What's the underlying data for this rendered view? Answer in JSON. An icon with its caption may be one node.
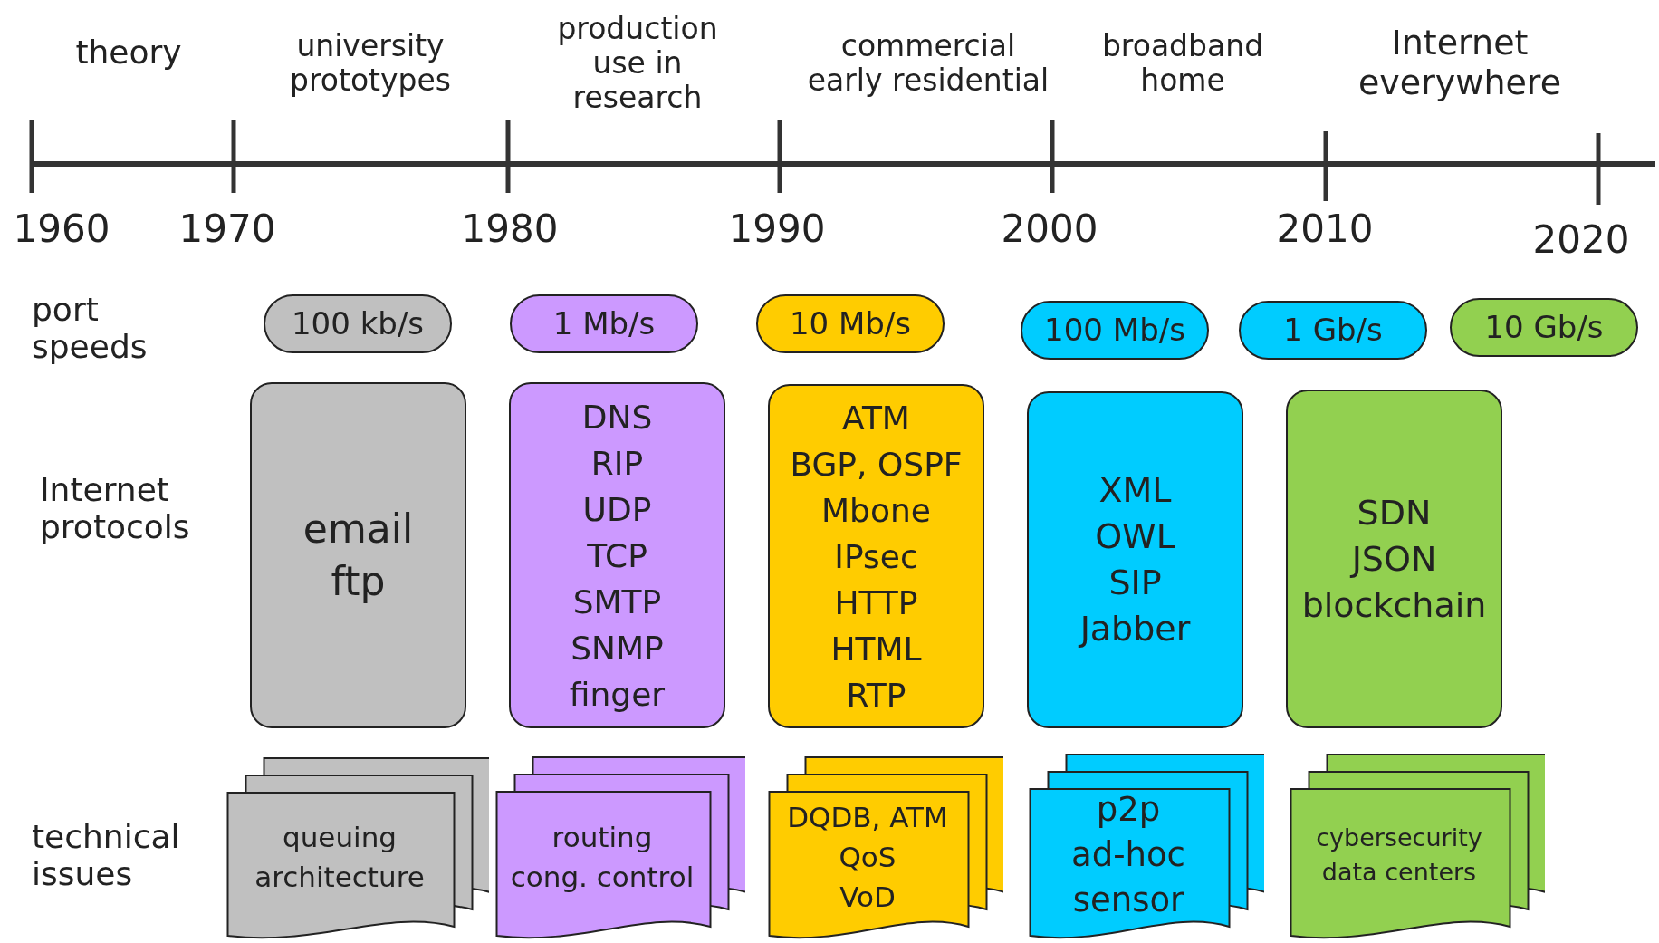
{
  "diagram": {
    "nodes": [
      {
        "text": [
          "100 kb/s"
        ]
      },
      {
        "text": [
          "1 Mb/s"
        ]
      },
      {
        "text": [
          "10 Mb/s"
        ]
      },
      {
        "text": [
          "100 Mb/s"
        ]
      },
      {
        "text": [
          "1 Gb/s"
        ]
      },
      {
        "text": [
          "10 Gb/s"
        ]
      },
      {
        "text": [
          "email",
          "ftp"
        ]
      },
      {
        "text": [
          "DNS",
          "RIP",
          "UDP",
          "TCP",
          "SMTP",
          "SNMP",
          "finger"
        ]
      },
      {
        "text": [
          "ATM",
          "BGP, OSPF",
          "Mbone",
          "IPsec",
          "HTTP",
          "HTML",
          "RTP"
        ]
      },
      {
        "text": [
          "XML",
          "OWL",
          "SIP",
          "Jabber"
        ]
      },
      {
        "text": [
          "SDN",
          "JSON",
          "blockchain"
        ]
      },
      {
        "text": [
          "queuing",
          "architecture"
        ]
      },
      {
        "text": [
          "routing",
          "cong. control"
        ]
      },
      {
        "text": [
          "DQDB, ATM",
          "QoS",
          "VoD"
        ]
      },
      {
        "text": [
          "p2p",
          "ad-hoc",
          "sensor"
        ]
      },
      {
        "text": [
          "cybersecurity",
          "data centers"
        ]
      }
    ],
    "labels": [
      "theory",
      "university prototypes",
      "production use in research",
      "commercial early residential",
      "broadband home",
      "Internet everywhere",
      "1960",
      "1970",
      "1980",
      "1990",
      "2000",
      "2010",
      "2020",
      "port speeds",
      "Internet protocols",
      "technical issues"
    ]
  }
}
